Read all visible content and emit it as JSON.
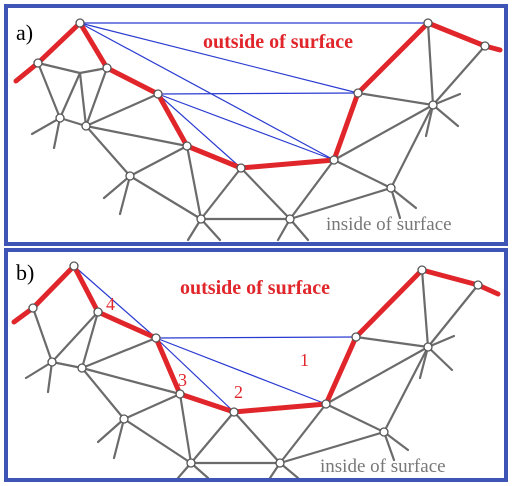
{
  "panels": [
    {
      "label": "a)",
      "outside_text": "outside of surface",
      "inside_text": "inside of surface"
    },
    {
      "label": "b)",
      "outside_text": "outside of surface",
      "inside_text": "inside of surface",
      "triangle_numbers": [
        "1",
        "2",
        "3",
        "4"
      ]
    }
  ],
  "colors": {
    "frame": "#3f55b5",
    "boundary": "#e0262b",
    "mesh": "#6b6b6b",
    "diagonal": "#2a3bd1",
    "inside_text": "#777777"
  }
}
